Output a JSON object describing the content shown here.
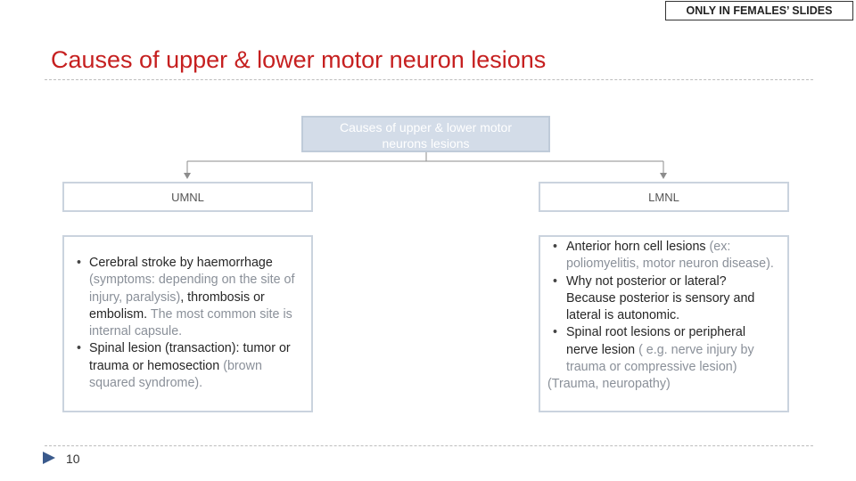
{
  "header": {
    "tag": "ONLY IN FEMALES’ SLIDES",
    "title": "Causes of upper & lower motor neuron lesions"
  },
  "diagram": {
    "root": {
      "line1": "Causes of upper & lower motor",
      "line2": "neurons lesions"
    },
    "left": {
      "label": "UMNL",
      "bullets": [
        {
          "s1": "Cerebral stroke",
          "s2": " by haemorrhage ",
          "s3": "(symptoms: depending on the site of injury, paralysis)",
          "s4": ", thrombosis or embolism. ",
          "s5": "The most common site is internal capsule."
        },
        {
          "s1": "Spinal lesion (transaction): tumor or trauma or hemosection",
          "s2": " (brown squared syndrome)."
        }
      ]
    },
    "right": {
      "label": "LMNL",
      "bullets": [
        {
          "s1": "Anterior horn cell lesions",
          "s2": " (ex: poliomyelitis, motor neuron disease)."
        },
        {
          "s1": "Why not posterior or lateral? Because posterior is sensory and lateral is autonomic."
        },
        {
          "s1": "Spinal root lesions or peripheral nerve lesion",
          "s2": " ( e.g. nerve injury by trauma or compressive lesion)"
        }
      ],
      "tail": "(Trauma, neuropathy)"
    }
  },
  "footer": {
    "page": "10"
  },
  "colors": {
    "title": "#c62020",
    "root_fill": "#d3dce8",
    "box_border": "#cad3de",
    "muted": "#8a9099"
  }
}
